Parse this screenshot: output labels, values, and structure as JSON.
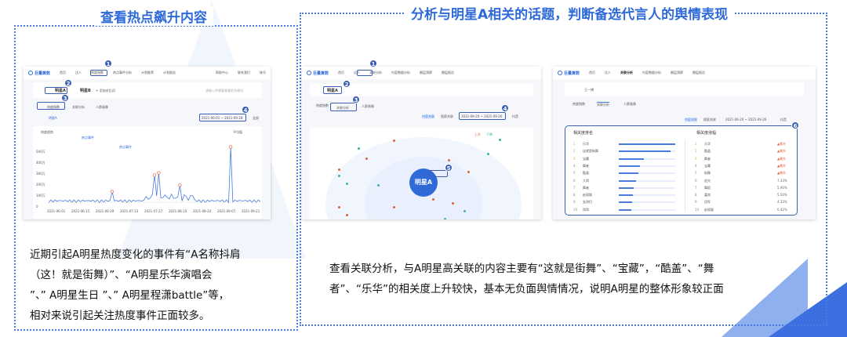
{
  "left_section": {
    "title": "查看热点飙升内容",
    "caption_lines": [
      "近期引起A明星热度变化的事件有“A名称抖肩",
      "（这！就是街舞）”、“A明星乐华演唱会",
      "”、” A明星生日 ”、” A明星程潇battle”等，",
      "相对来说引起关注热度事件正面较多。"
    ],
    "screenshot": {
      "logo": "巨量算数",
      "nav": [
        "首页",
        "达人",
        "热度指数",
        "热点事件分析",
        "计划推荐",
        "计划报告"
      ],
      "nav_right": [
        "帮助中心",
        "联系我们",
        "账号"
      ],
      "search_tags": [
        "明星A",
        "明星B"
      ],
      "add_label": "+ 添加对比词",
      "search_placeholder": "请输入你想要查看的关键词",
      "tabs": [
        "热度指数",
        "关联分析",
        "人群画像"
      ],
      "legend_item": "明星A",
      "date_range": "2021-06-01 ~ 2021-09-28",
      "range_select": "全部",
      "chart_label": "热度趋势",
      "avg_label": "平均值",
      "events_title": "热点事件",
      "y_ticks": [
        "500万",
        "400万",
        "300万",
        "200万",
        "100万",
        "0"
      ],
      "x_ticks": [
        "2021-06-01",
        "2021-06-15",
        "2021-06-29",
        "2021-07-13",
        "2021-07-27",
        "2021-08-10",
        "2021-08-24",
        "2021-09-07",
        "2021-09-21"
      ]
    },
    "badges": [
      "1",
      "2",
      "3",
      "4"
    ]
  },
  "right_section": {
    "title": "分析与明星A相关的话题，判断备选代言人的舆情表现",
    "caption_lines": [
      "查看关联分析，与A明星高关联的内容主要有“这就是街舞”、“宝藏”，“酷盖”、“舞",
      "者”、“乐华”的相关度上升较快，基本无负面舆情情况，说明A明星的整体形象较正面"
    ],
    "graph_shot": {
      "logo": "巨量算数",
      "nav": [
        "首页",
        "达人",
        "关联分析",
        "内容数据分析",
        "圈层洞察",
        "圈层报告"
      ],
      "search_tag": "明星A",
      "tabs": [
        "热度指数",
        "关联分析",
        "人群画像"
      ],
      "toggle": [
        "内容关联",
        "搜索关联"
      ],
      "date_range": "2021-09-20 ~ 2021-09-26",
      "range_select": "抖音",
      "legend": [
        "上升",
        "下降"
      ],
      "center_node": "明星A",
      "badges": [
        "1",
        "2",
        "3",
        "4",
        "5"
      ]
    },
    "list_shot": {
      "logo": "巨量算数",
      "nav": [
        "首页",
        "达人",
        "关联分析",
        "内容数据分析",
        "圈层洞察",
        "圈层报告"
      ],
      "search_tag": "王一博",
      "tabs": [
        "热度指数",
        "关联分析",
        "人群画像"
      ],
      "toggle": [
        "内容关联",
        "搜索关联"
      ],
      "date_range": "2021-09-20 ~ 2021-09-26",
      "range_select": "抖音",
      "rank_title": "相关度排名",
      "rise_title": "相关度涨幅",
      "rank_items": [
        {
          "rank": "1",
          "name": "乐华",
          "score": 1.0
        },
        {
          "rank": "2",
          "name": "这就是街舞",
          "score": 0.92
        },
        {
          "rank": "3",
          "name": "宝藏",
          "score": 0.45
        },
        {
          "rank": "4",
          "name": "舞者",
          "score": 0.37
        },
        {
          "rank": "5",
          "name": "酷盖",
          "score": 0.35
        },
        {
          "rank": "6",
          "name": "大哥",
          "score": 0.3
        },
        {
          "rank": "7",
          "name": "舞者",
          "score": 0.27
        },
        {
          "rank": "8",
          "name": "赵丽颖",
          "score": 0.25
        },
        {
          "rank": "9",
          "name": "女孩们",
          "score": 0.24
        },
        {
          "rank": "10",
          "name": "哥哥",
          "score": 0.22
        }
      ],
      "rise_items": [
        {
          "rank": "1",
          "name": "乐华",
          "value": "▲飙升"
        },
        {
          "rank": "2",
          "name": "酷盖",
          "value": "▲飙升"
        },
        {
          "rank": "3",
          "name": "舞者",
          "value": "▲飙升"
        },
        {
          "rank": "4",
          "name": "宝藏",
          "value": "▲飙升"
        },
        {
          "rank": "5",
          "name": "街舞",
          "value": "▲飙升"
        },
        {
          "rank": "6",
          "name": "追光",
          "value": "7.33%"
        },
        {
          "rank": "7",
          "name": "舞蹈",
          "value": "5.90%"
        },
        {
          "rank": "8",
          "name": "嘉宾",
          "value": "5.50%"
        },
        {
          "rank": "9",
          "name": "冠军",
          "value": "4.33%"
        },
        {
          "rank": "10",
          "name": "赵丽颖",
          "value": "0.42%"
        }
      ],
      "badge": "6"
    }
  },
  "colors": {
    "accent": "#2f6bd8",
    "badge": "#3b5fb5",
    "rise": "#e0603a",
    "line": "#4a7be0"
  }
}
